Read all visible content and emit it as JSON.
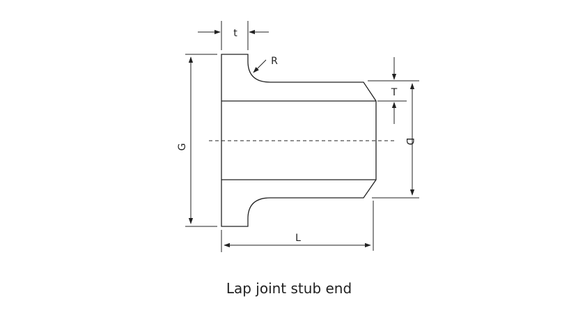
{
  "title": "Lap joint stub end",
  "labels": {
    "t": "t",
    "R": "R",
    "G": "G",
    "T": "T",
    "D": "D",
    "L": "L"
  },
  "colors": {
    "line": "#222222",
    "background": "#ffffff"
  }
}
